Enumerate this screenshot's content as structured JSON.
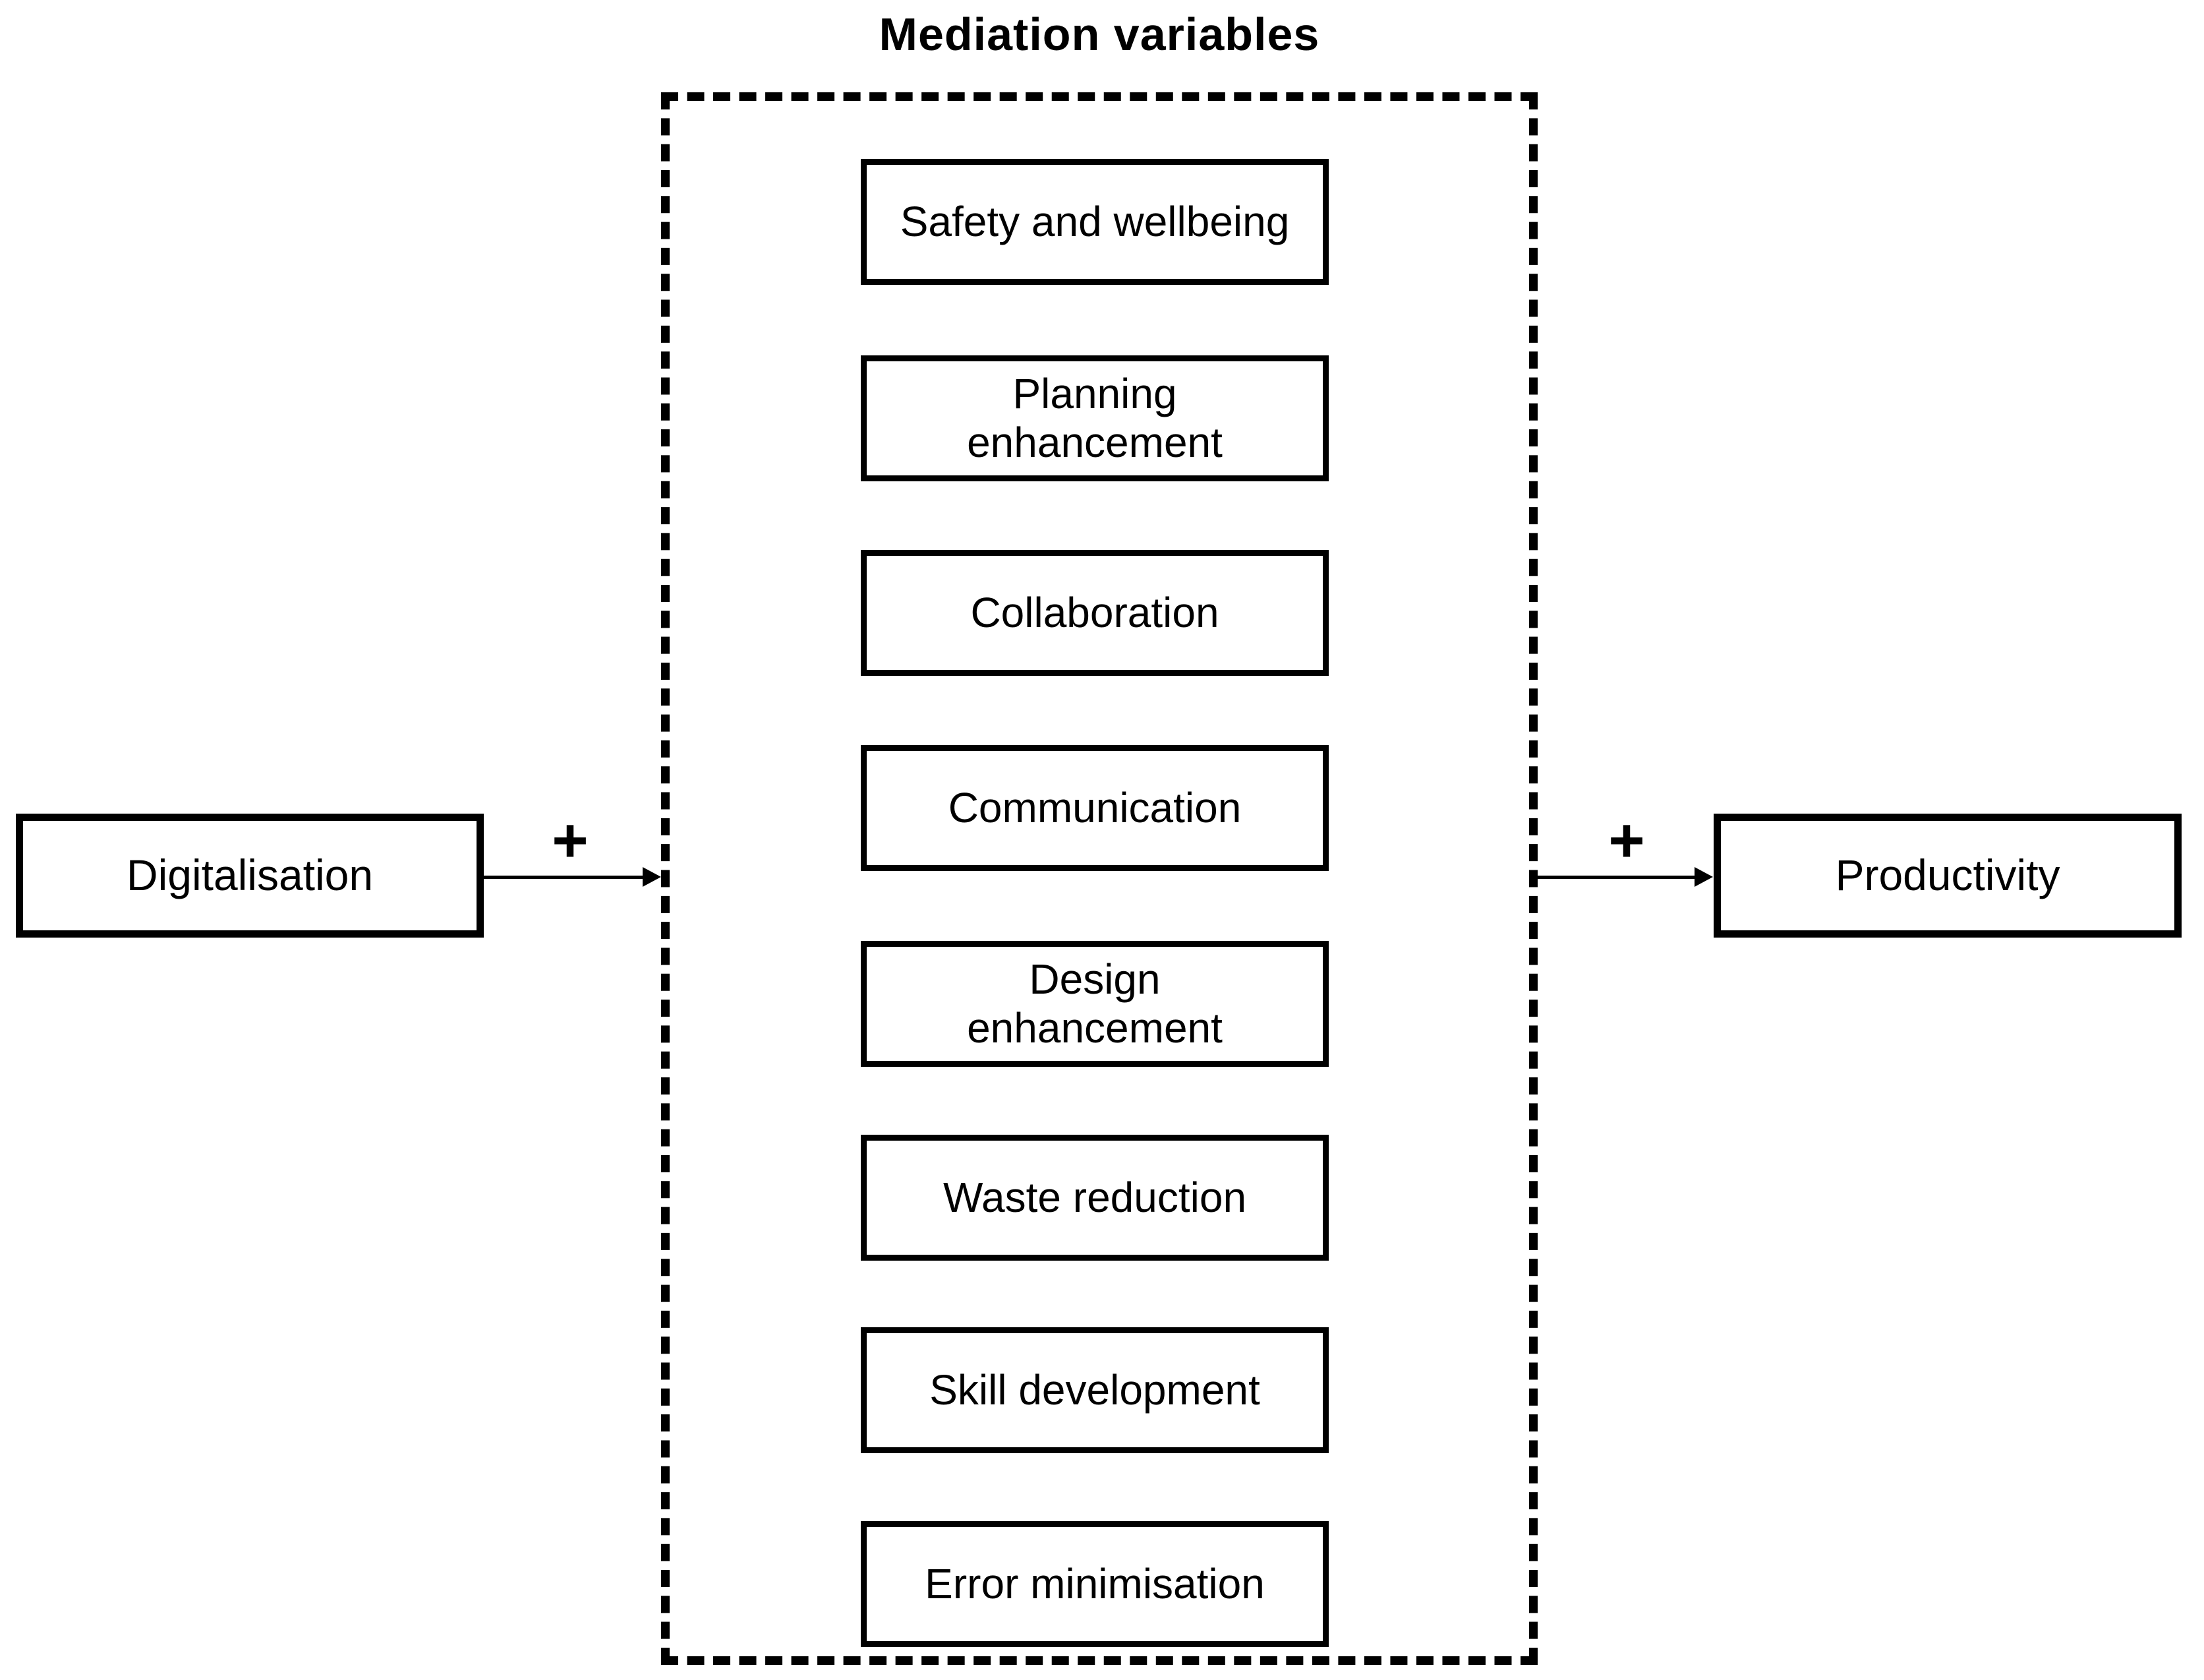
{
  "figure": {
    "title": "Mediation variables",
    "background_color": "#ffffff",
    "line_color": "#000000",
    "text_color": "#000000"
  },
  "nodes": {
    "independent": "Digitalisation",
    "dependent": "Productivity",
    "mediators": [
      "Safety and wellbeing",
      "Planning\nenhancement",
      "Collaboration",
      "Communication",
      "Design\nenhancement",
      "Waste reduction",
      "Skill development",
      "Error minimisation"
    ]
  },
  "relations": {
    "iv_to_mediators_sign": "+",
    "mediators_to_dv_sign": "+"
  }
}
